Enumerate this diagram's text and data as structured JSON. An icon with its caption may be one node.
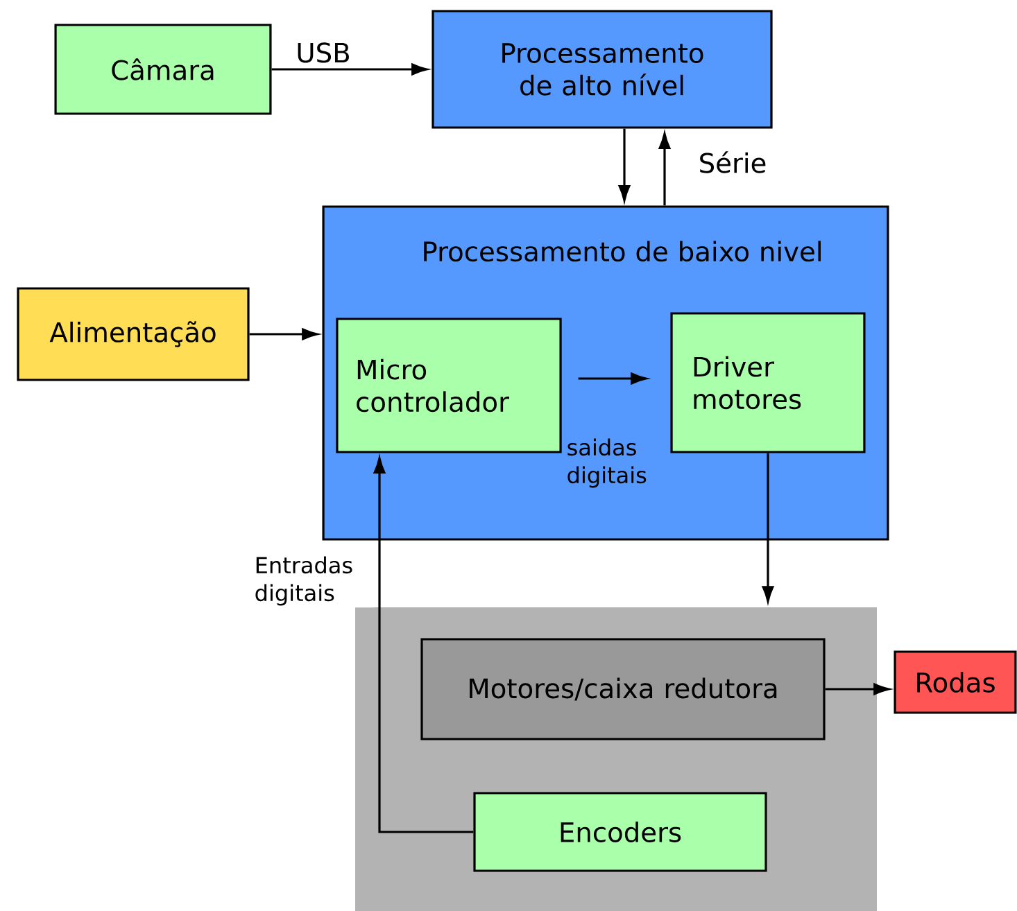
{
  "diagram": {
    "nodes": [
      {
        "text": [
          "Câmara"
        ]
      },
      {
        "text": [
          "Processamento de alto nível"
        ]
      },
      {
        "text": [
          "Processamento de baixo nivel"
        ]
      },
      {
        "text": [
          "Alimentação"
        ]
      },
      {
        "text": [
          "Micro controlador"
        ],
        "in": 2
      },
      {
        "text": [
          "Driver motores"
        ],
        "in": 2
      },
      {
        "text": [],
        "shape": "box"
      },
      {
        "text": [
          "Motores/caixa redutora"
        ],
        "in": 6
      },
      {
        "text": [
          "Encoders"
        ],
        "in": 6
      },
      {
        "text": [
          "Rodas"
        ]
      }
    ],
    "edges": [
      {
        "from": 0,
        "to": 1,
        "arrow": "to",
        "label": "USB"
      },
      {
        "from": 1,
        "to": 2,
        "arrow": "to"
      },
      {
        "from": 2,
        "to": 1,
        "arrow": "to",
        "label": "Série"
      },
      {
        "from": 3,
        "to": 2,
        "arrow": "to"
      },
      {
        "from": 4,
        "to": 5,
        "arrow": "to",
        "label": "saidas digitais"
      },
      {
        "from": 5,
        "to": 6,
        "arrow": "to"
      },
      {
        "from": 7,
        "to": 9,
        "arrow": "to"
      },
      {
        "from": 8,
        "to": 4,
        "arrow": "to",
        "label": "Entradas digitais"
      }
    ]
  }
}
